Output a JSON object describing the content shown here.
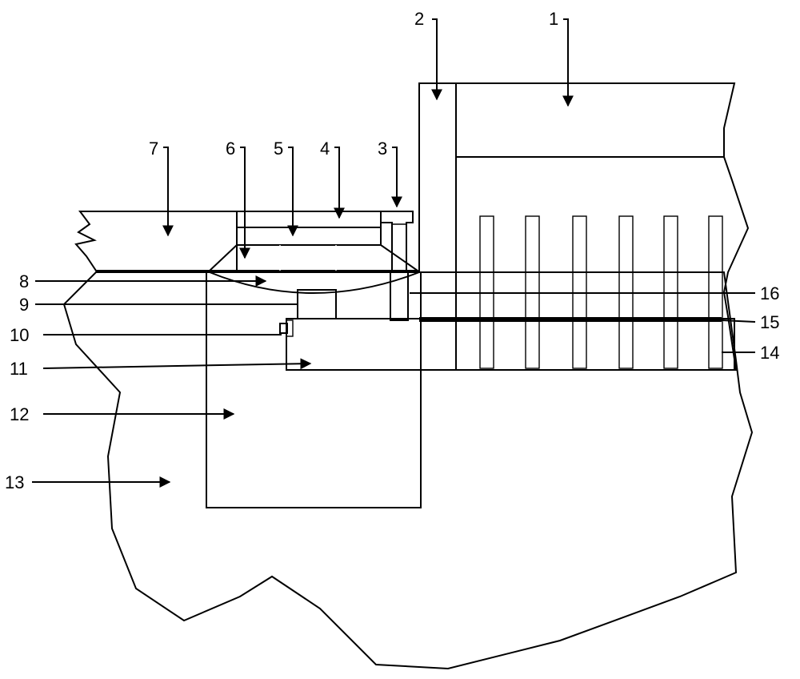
{
  "colors": {
    "ink": "#000000",
    "paper": "#ffffff"
  },
  "labels": {
    "l1": "1",
    "l2": "2",
    "l3": "3",
    "l4": "4",
    "l5": "5",
    "l6": "6",
    "l7": "7",
    "l8": "8",
    "l9": "9",
    "l10": "10",
    "l11": "11",
    "l12": "12",
    "l13": "13",
    "l14": "14",
    "l15": "15",
    "l16": "16"
  }
}
